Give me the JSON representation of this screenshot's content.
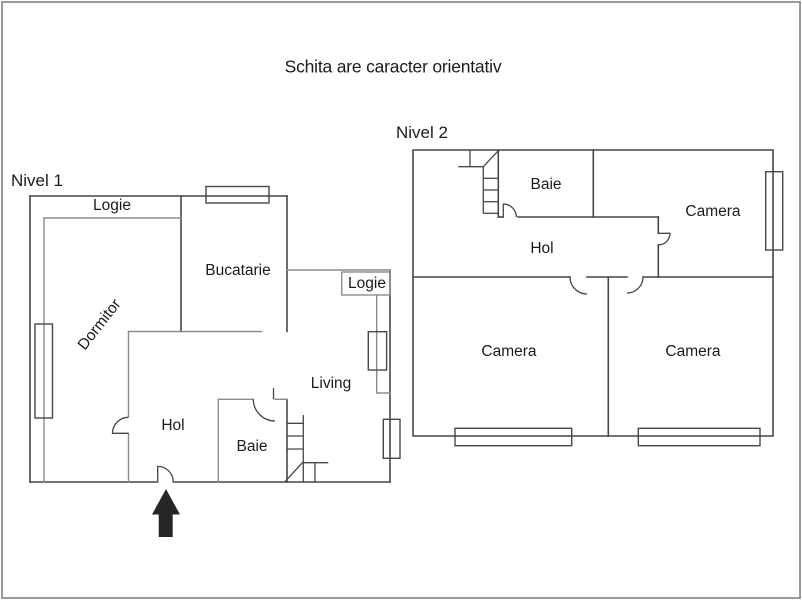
{
  "title": "Schita are caracter orientativ",
  "levels": {
    "nivel1": {
      "label": "Nivel 1",
      "rooms": {
        "logie_top": "Logie",
        "dormitor": "Dormitor",
        "bucatarie": "Bucatarie",
        "logie_right": "Logie",
        "living": "Living",
        "hol": "Hol",
        "baie": "Baie"
      }
    },
    "nivel2": {
      "label": "Nivel 2",
      "rooms": {
        "baie": "Baie",
        "camera_top": "Camera",
        "hol": "Hol",
        "camera_bottom_left": "Camera",
        "camera_bottom_right": "Camera"
      }
    }
  },
  "colors": {
    "wall": "#474747",
    "wall_light": "#8c8c8c",
    "border": "#999999",
    "arrow": "#262626",
    "text": "#1b1b1b"
  }
}
